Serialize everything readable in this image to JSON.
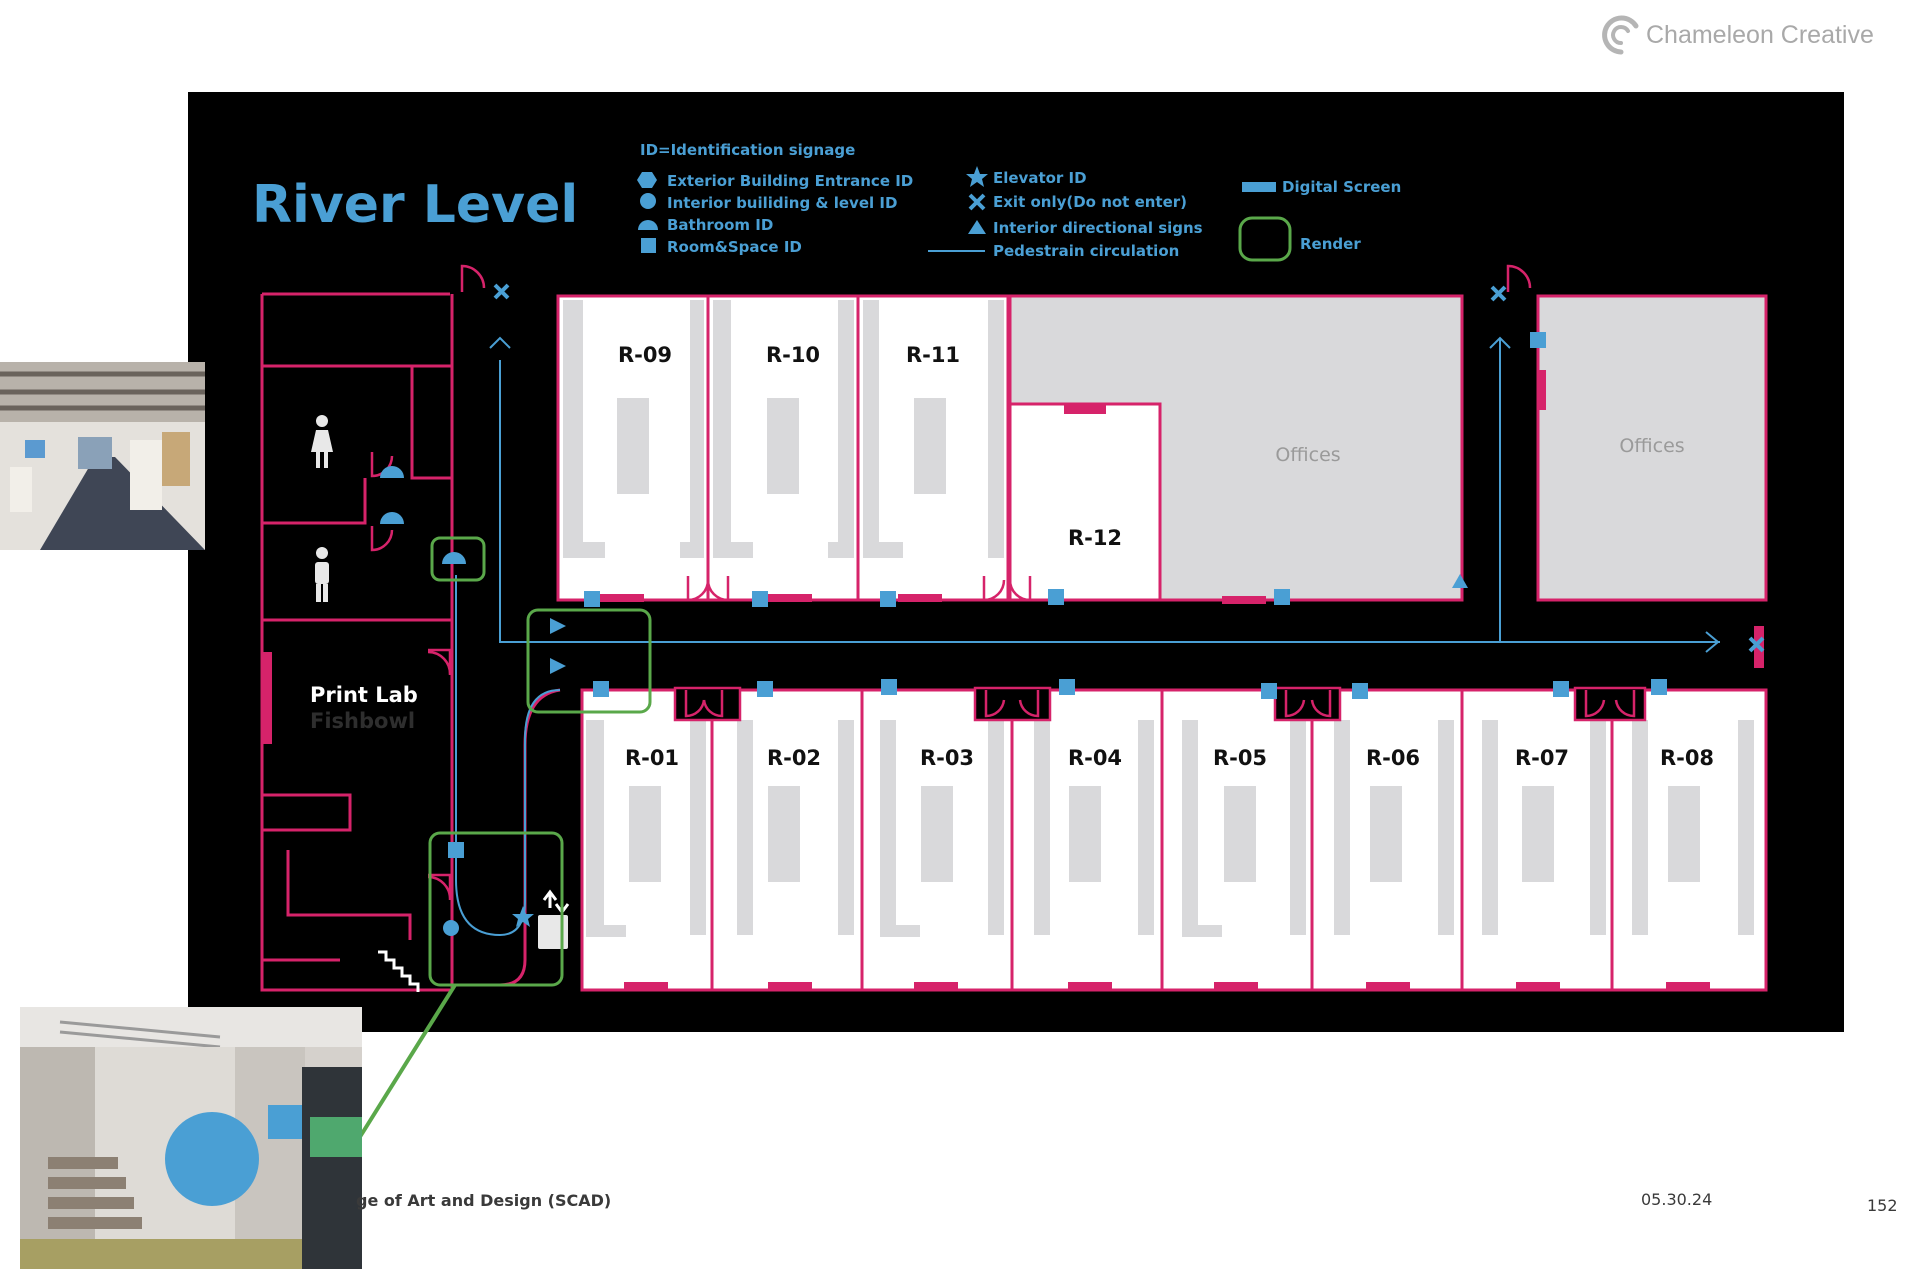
{
  "brand": {
    "name": "Chameleon Creative",
    "icon": "chameleon-swirl-icon"
  },
  "title": "River Level",
  "legend": {
    "heading": "ID=Identification signage",
    "items": [
      {
        "icon": "hexagon-icon",
        "label": "Exterior Building Entrance ID"
      },
      {
        "icon": "circle-icon",
        "label": "Interior builiding & level ID"
      },
      {
        "icon": "half-circle-icon",
        "label": "Bathroom ID"
      },
      {
        "icon": "square-icon",
        "label": "Room&Space ID"
      },
      {
        "icon": "star-icon",
        "label": "Elevator ID"
      },
      {
        "icon": "cross-icon",
        "label": "Exit only(Do not enter)"
      },
      {
        "icon": "triangle-icon",
        "label": "Interior directional signs"
      },
      {
        "icon": "line-icon",
        "label": "Pedestrain circulation"
      },
      {
        "icon": "bar-icon",
        "label": "Digital Screen"
      },
      {
        "icon": "rounded-square-icon",
        "label": "Render"
      }
    ]
  },
  "rooms": {
    "top": [
      "R-09",
      "R-10",
      "R-11"
    ],
    "r12": "R-12",
    "offices": [
      "Offices",
      "Offices"
    ],
    "bottom": [
      "R-01",
      "R-02",
      "R-03",
      "R-04",
      "R-05",
      "R-06",
      "R-07",
      "R-08"
    ],
    "print_lab": "Print Lab",
    "fishbowl": "Fishbowl"
  },
  "footer": {
    "org": "ge of Art and Design (SCAD)",
    "date": "05.30.24",
    "page": "152"
  },
  "colors": {
    "wall": "#d6236a",
    "sign": "#4a9fd4",
    "render": "#5aa84a",
    "room_gray": "#d9d9db",
    "background": "#000000"
  }
}
